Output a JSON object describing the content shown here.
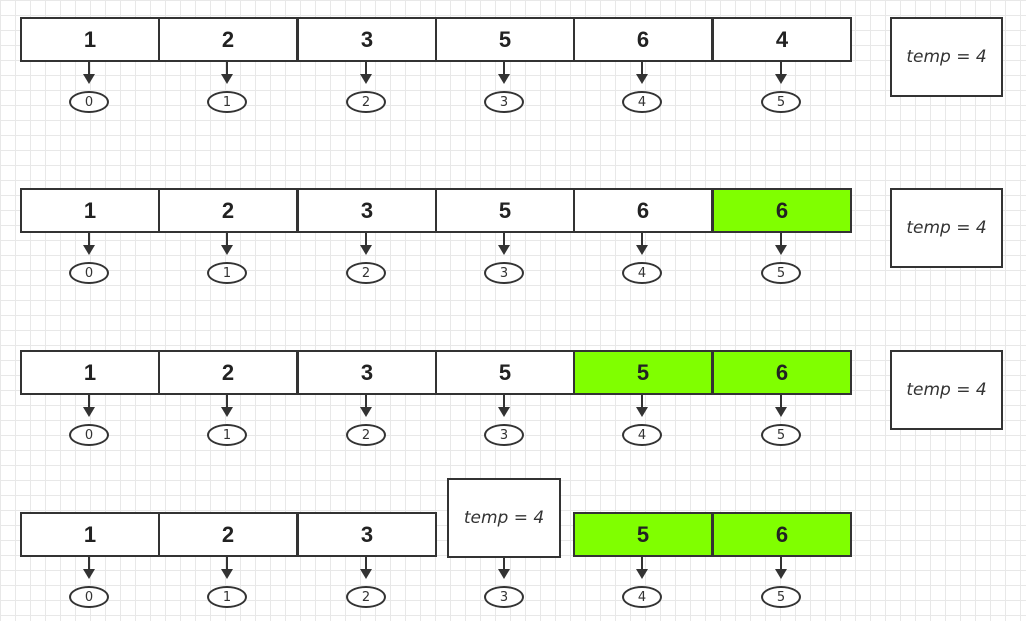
{
  "rows": [
    {
      "cells": [
        {
          "value": "1",
          "highlight": false
        },
        {
          "value": "2",
          "highlight": false
        },
        {
          "value": "3",
          "highlight": false
        },
        {
          "value": "5",
          "highlight": false
        },
        {
          "value": "6",
          "highlight": false
        },
        {
          "value": "4",
          "highlight": false
        }
      ],
      "indices": [
        "0",
        "1",
        "2",
        "3",
        "4",
        "5"
      ],
      "temp_label": "temp = 4"
    },
    {
      "cells": [
        {
          "value": "1",
          "highlight": false
        },
        {
          "value": "2",
          "highlight": false
        },
        {
          "value": "3",
          "highlight": false
        },
        {
          "value": "5",
          "highlight": false
        },
        {
          "value": "6",
          "highlight": false
        },
        {
          "value": "6",
          "highlight": true
        }
      ],
      "indices": [
        "0",
        "1",
        "2",
        "3",
        "4",
        "5"
      ],
      "temp_label": "temp = 4"
    },
    {
      "cells": [
        {
          "value": "1",
          "highlight": false
        },
        {
          "value": "2",
          "highlight": false
        },
        {
          "value": "3",
          "highlight": false
        },
        {
          "value": "5",
          "highlight": false
        },
        {
          "value": "5",
          "highlight": true
        },
        {
          "value": "6",
          "highlight": true
        }
      ],
      "indices": [
        "0",
        "1",
        "2",
        "3",
        "4",
        "5"
      ],
      "temp_label": "temp = 4"
    },
    {
      "cells": [
        {
          "value": "1",
          "highlight": false
        },
        {
          "value": "2",
          "highlight": false
        },
        {
          "value": "3",
          "highlight": false
        },
        null,
        {
          "value": "5",
          "highlight": true
        },
        {
          "value": "6",
          "highlight": true
        }
      ],
      "indices": [
        "0",
        "1",
        "2",
        "3",
        "4",
        "5"
      ],
      "temp_label": "temp = 4"
    }
  ],
  "colors": {
    "highlight": "#80ff00",
    "border": "#333333"
  }
}
